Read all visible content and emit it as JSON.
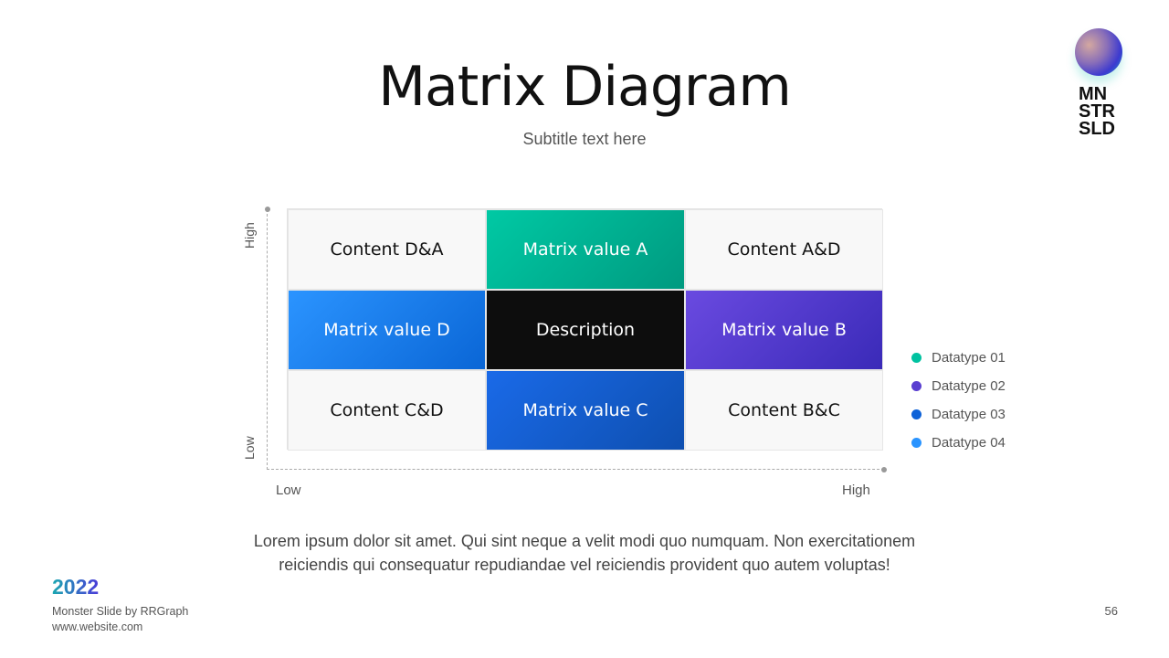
{
  "header": {
    "title": "Matrix Diagram",
    "subtitle": "Subtitle text here"
  },
  "logo": {
    "text_lines": [
      "MN",
      "STR",
      "SLD"
    ]
  },
  "matrix": {
    "cells": [
      [
        "Content D&A",
        "Matrix value A",
        "Content A&D"
      ],
      [
        "Matrix value D",
        "Description",
        "Matrix value B"
      ],
      [
        "Content C&D",
        "Matrix value C",
        "Content B&C"
      ]
    ],
    "y_axis": {
      "high": "High",
      "low": "Low"
    },
    "x_axis": {
      "low": "Low",
      "high": "High"
    }
  },
  "legend": [
    {
      "label": "Datatype 01",
      "color": "#00c2a0"
    },
    {
      "label": "Datatype 02",
      "color": "#5a3fd0"
    },
    {
      "label": "Datatype 03",
      "color": "#0e62d8"
    },
    {
      "label": "Datatype 04",
      "color": "#2a94ff"
    }
  ],
  "body": {
    "line1": "Lorem ipsum dolor sit amet. Qui sint neque a velit modi quo numquam. Non exercitationem",
    "line2": "reiciendis qui consequatur repudiandae vel reiciendis provident quo autem voluptas!"
  },
  "footer": {
    "year": "2022",
    "credit": "Monster Slide  by RRGraph",
    "website": "www.website.com",
    "page_number": "56"
  }
}
